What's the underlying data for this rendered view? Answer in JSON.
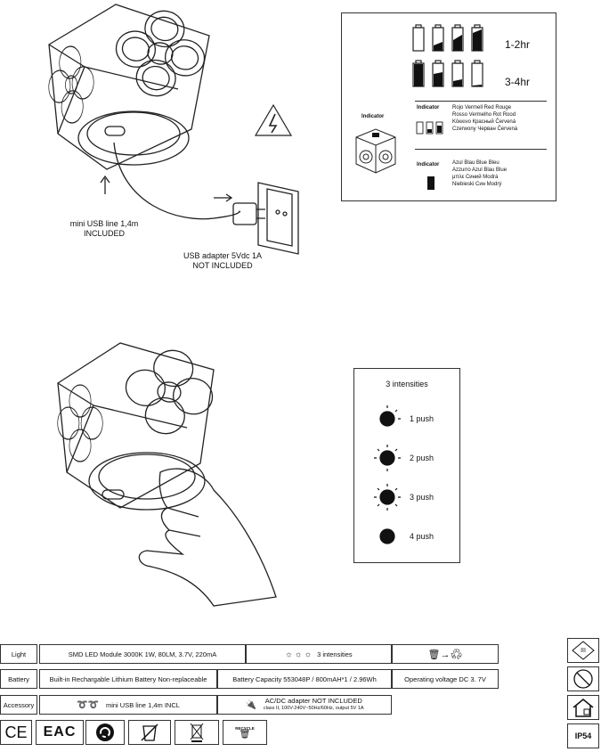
{
  "usb_cable_label": "mini USB line 1,4m\nINCLUDED",
  "adapter_label": "USB adapter 5Vdc 1A\nNOT INCLUDED",
  "battery_panel": {
    "time_full": "1-2hr",
    "time_low": "3-4hr",
    "indicator_label": "Indicator",
    "red_indicator_title": "Indicator",
    "red_colors": [
      "Rojo Vermell Red Rouge",
      "Rosso Vermelho Rot Rood",
      "Κόκκινο Красный Červená",
      "Czerwony Черван Červená"
    ],
    "blue_indicator_title": "Indicator",
    "blue_colors": [
      "Azul Blau Blue Bleu",
      "Azzurro Azul Blau Blue",
      "μπλε Синий Modrá",
      "Niebieski Син Modrý"
    ]
  },
  "intensity_panel": {
    "title": "3 intensities",
    "rows": [
      "1 push",
      "2 push",
      "3 push",
      "4 push"
    ]
  },
  "spec_table": {
    "light_label": "Light",
    "light_value": "SMD LED Module 3000K 1W, 80LM, 3.7V, 220mA",
    "light_intensities": "3 intensities",
    "battery_label": "Battery",
    "battery_type": "Built-in Rechargable Lithium Battery Non-replaceable",
    "battery_capacity": "Battery Capacity 553048P / 800mAH*1 / 2.96Wh",
    "operating_voltage": "Operating voltage  DC 3. 7V",
    "accessory_label": "Accessory",
    "accessory_cable": "mini USB line 1,4m INCL",
    "adapter_title": "AC/DC adapter NOT INCLUDED",
    "adapter_spec": "class II, 100V-240V~50Hz/60Hz, output 5V 1A",
    "ce_mark": "CE",
    "eac_mark": "EAC",
    "recycle_label": "RECYCLE"
  },
  "side_symbols": {
    "class_mark": "III",
    "ip_rating": "IP54"
  }
}
